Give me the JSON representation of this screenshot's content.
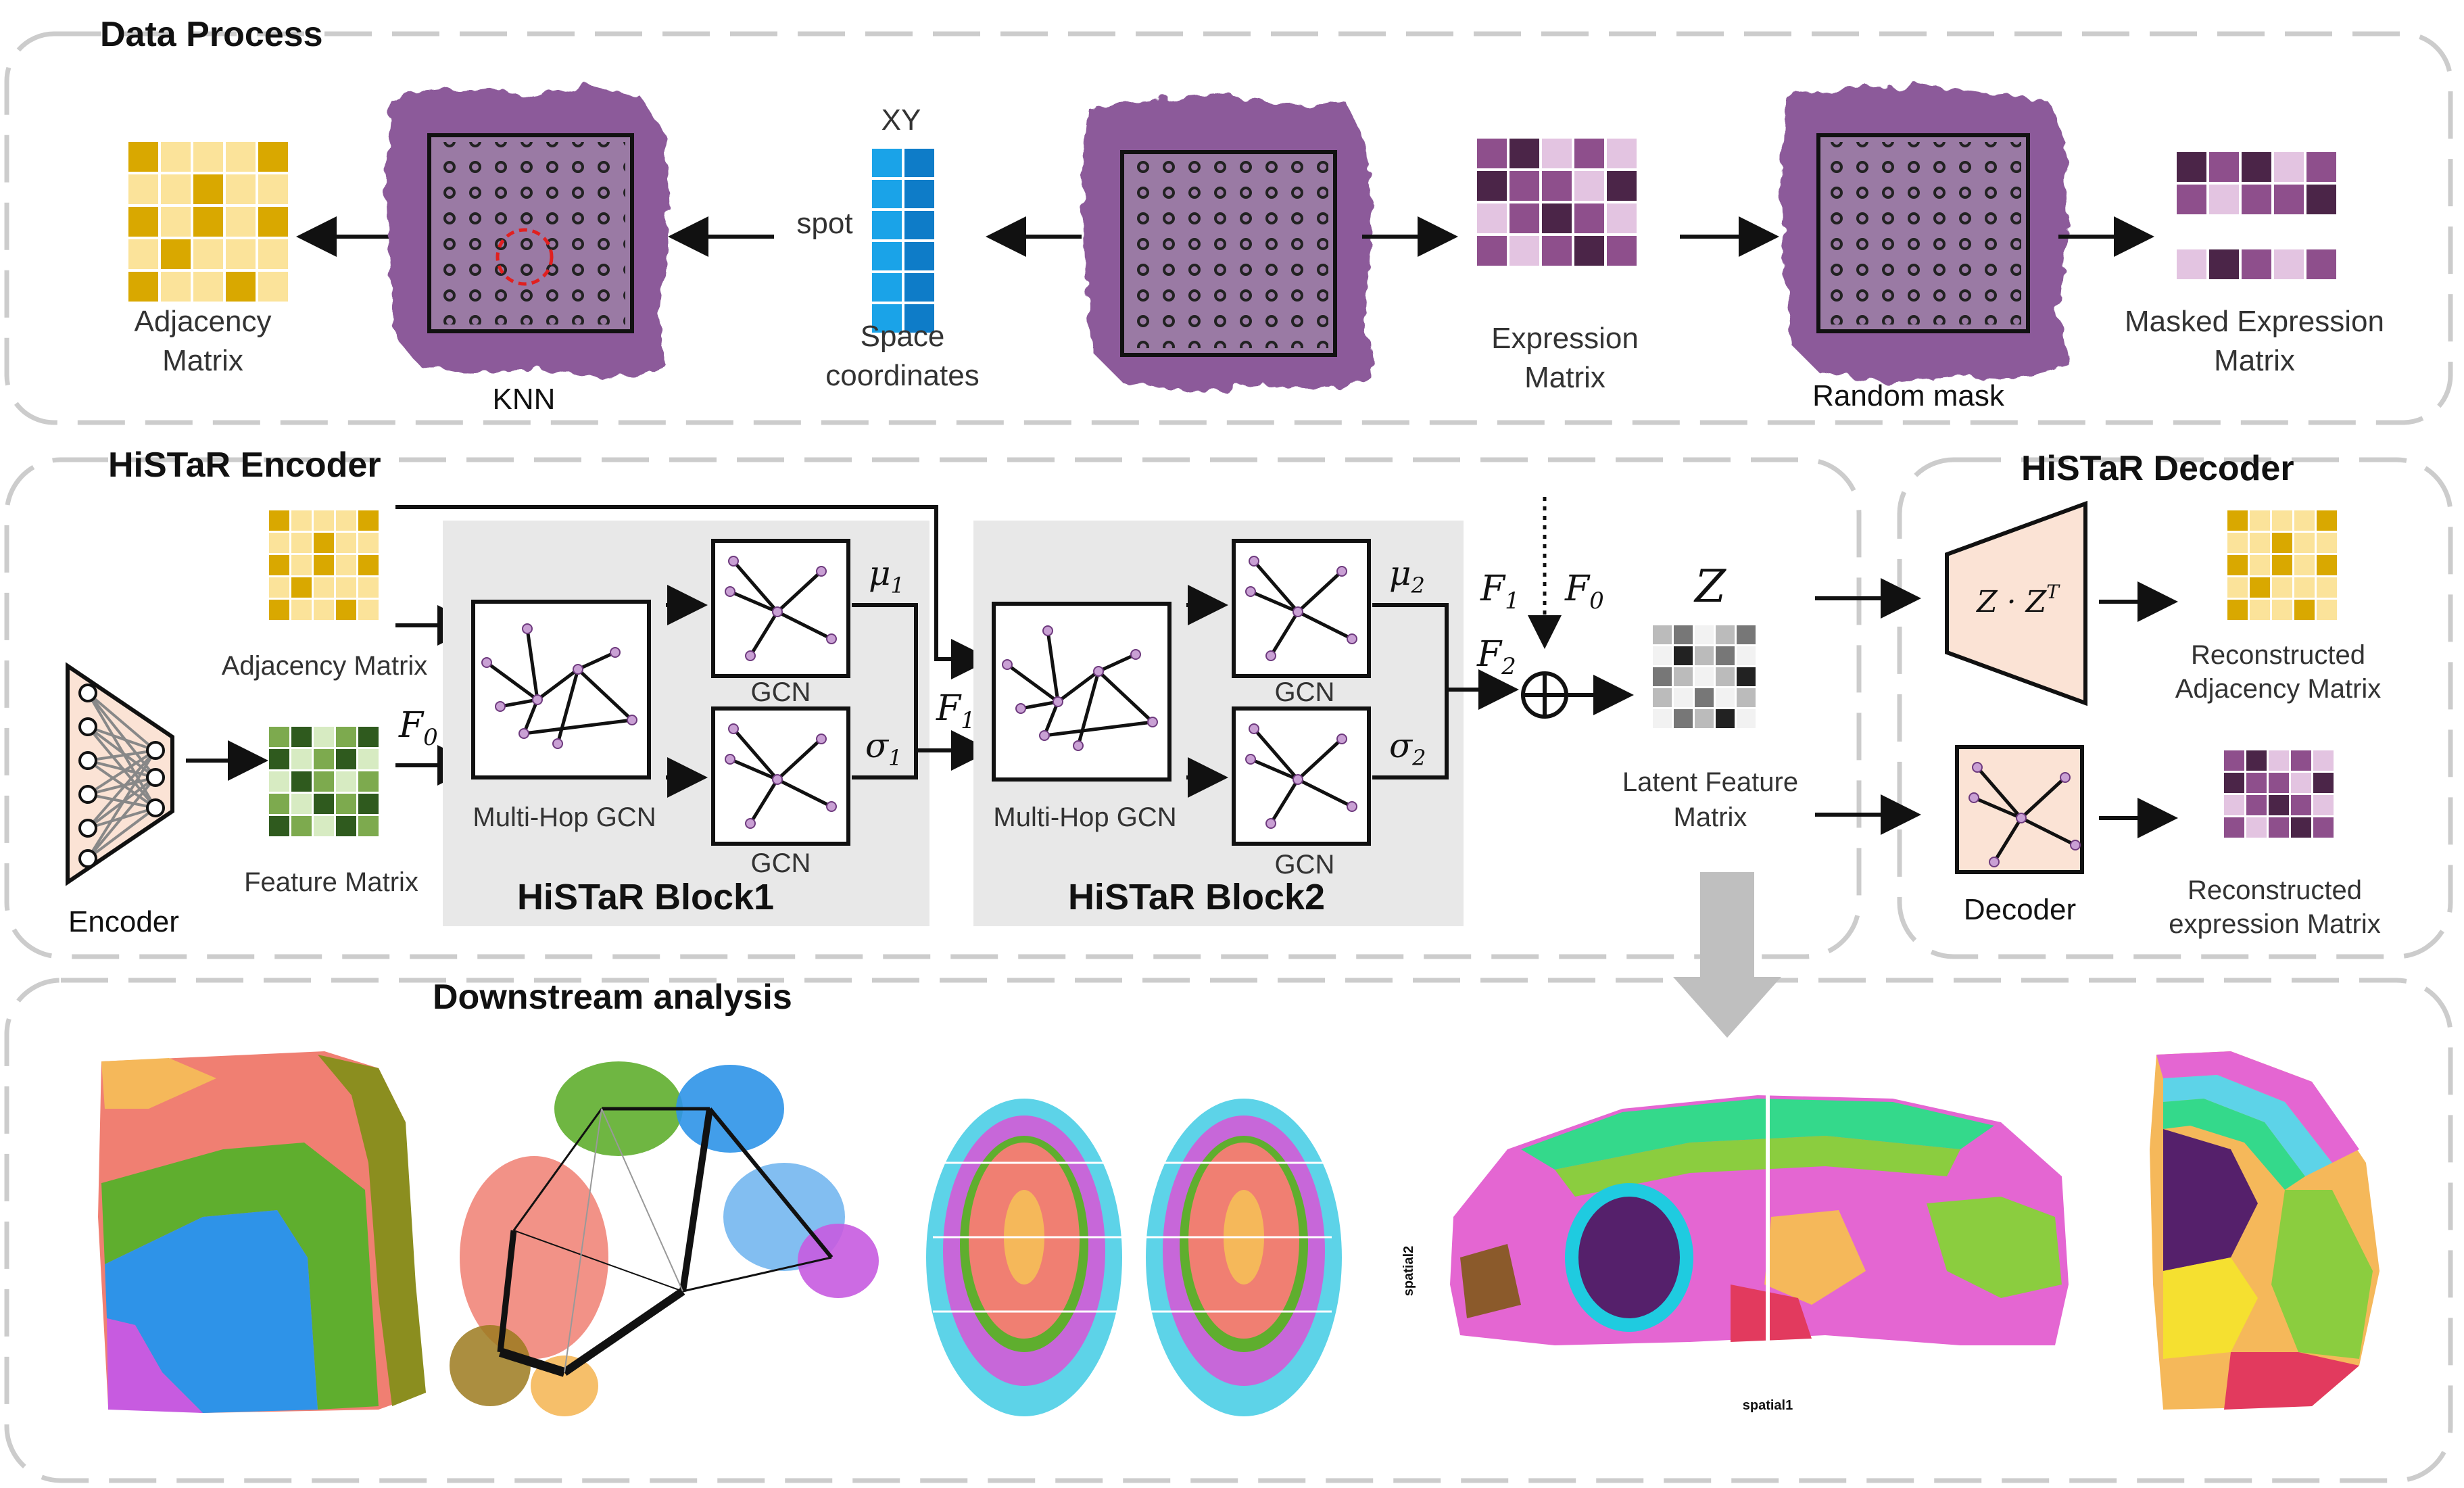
{
  "sections": {
    "data_process": "Data Process",
    "encoder": "HiSTaR Encoder",
    "decoder": "HiSTaR Decoder",
    "downstream": "Downstream analysis"
  },
  "data_process": {
    "adjacency_line1": "Adjacency",
    "adjacency_line2": "Matrix",
    "knn": "KNN",
    "spot": "spot",
    "xy": "XY",
    "space_line1": "Space",
    "space_line2": "coordinates",
    "expression_line1": "Expression",
    "expression_line2": "Matrix",
    "random_mask": "Random mask",
    "masked_line1": "Masked Expression",
    "masked_line2": "Matrix"
  },
  "encoder": {
    "adjacency_matrix": "Adjacency Matrix",
    "feature_matrix": "Feature Matrix",
    "encoder_label": "Encoder",
    "f0": "F",
    "f0_sub": "0",
    "block1": "HiSTaR Block1",
    "block2": "HiSTaR Block2",
    "multihop": "Multi-Hop GCN",
    "gcn": "GCN",
    "mu1": "μ",
    "mu1_sub": "1",
    "sigma1": "σ",
    "sigma1_sub": "1",
    "mu2": "μ",
    "mu2_sub": "2",
    "sigma2": "σ",
    "sigma2_sub": "2",
    "f1": "F",
    "f1_sub": "1",
    "f2": "F",
    "f2_sub": "2",
    "z": "Z",
    "latent_line1": "Latent Feature",
    "latent_line2": "Matrix"
  },
  "decoder": {
    "zzt": "Z · Z",
    "zzt_sup": "T",
    "decoder_label": "Decoder",
    "recon_adj_line1": "Reconstructed",
    "recon_adj_line2": "Adjacency Matrix",
    "recon_expr_line1": "Reconstructed",
    "recon_expr_line2": "expression Matrix"
  },
  "downstream": {
    "spatial2": "spatial2",
    "spatial1": "spatial1"
  },
  "colors": {
    "adjacency_dark": "#D9A800",
    "adjacency_light": "#FBE39A",
    "expression_dark": "#4B2548",
    "expression_mid": "#8E4F8C",
    "expression_light": "#E3C4E1",
    "feature_dark": "#2F5A1E",
    "feature_mid": "#7DAA4E",
    "feature_light": "#D7EBC2",
    "space_blue": "#1AA3E8",
    "tissue_purple": "#8C5A9A",
    "block_bg": "#E8E8E8",
    "encoder_fill": "#FBE3D5"
  }
}
